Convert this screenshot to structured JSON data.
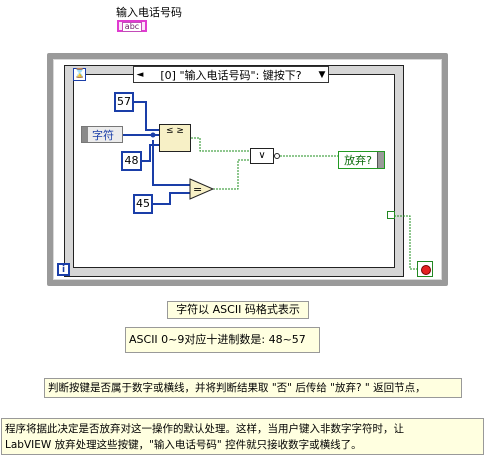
{
  "control": {
    "label": "输入电话号码",
    "terminal_text": "abc"
  },
  "event_structure": {
    "selector_text": "[0] \"输入电话号码\": 键按下?",
    "prev_arrow": "◄",
    "next_arrow": "▼"
  },
  "loop": {
    "iteration_label": "i",
    "timeout_icon": "⌛"
  },
  "constants": {
    "c57": "57",
    "c48": "48",
    "c45": "45"
  },
  "nodes": {
    "char_label": "字符",
    "in_range_symbol": "≤ ≥",
    "or_symbol": "∨",
    "equal_symbol": "=",
    "discard_label": "放弃?"
  },
  "notes": {
    "n1": "字符以 ASCII 码格式表示",
    "n2": "ASCII 0~9对应十进制数是:  48~57",
    "n3": "判断按键是否属于数字或横线，并将判断结果取 \"否\" 后传给 \"放弃? \" 返回节点，",
    "n4_line1": "程序将据此决定是否放弃对这一操作的默认处理。这样，当用户键入非数字字符时，让",
    "n4_line2": "LabVIEW 放弃处理这些按键，\"输入电话号码\" 控件就只接收数字或横线了。"
  },
  "colors": {
    "numeric_wire": "#1a3ea8",
    "boolean_wire": "#1f8f1f",
    "string_terminal": "#e03bd0",
    "note_bg": "#ffffe0"
  }
}
